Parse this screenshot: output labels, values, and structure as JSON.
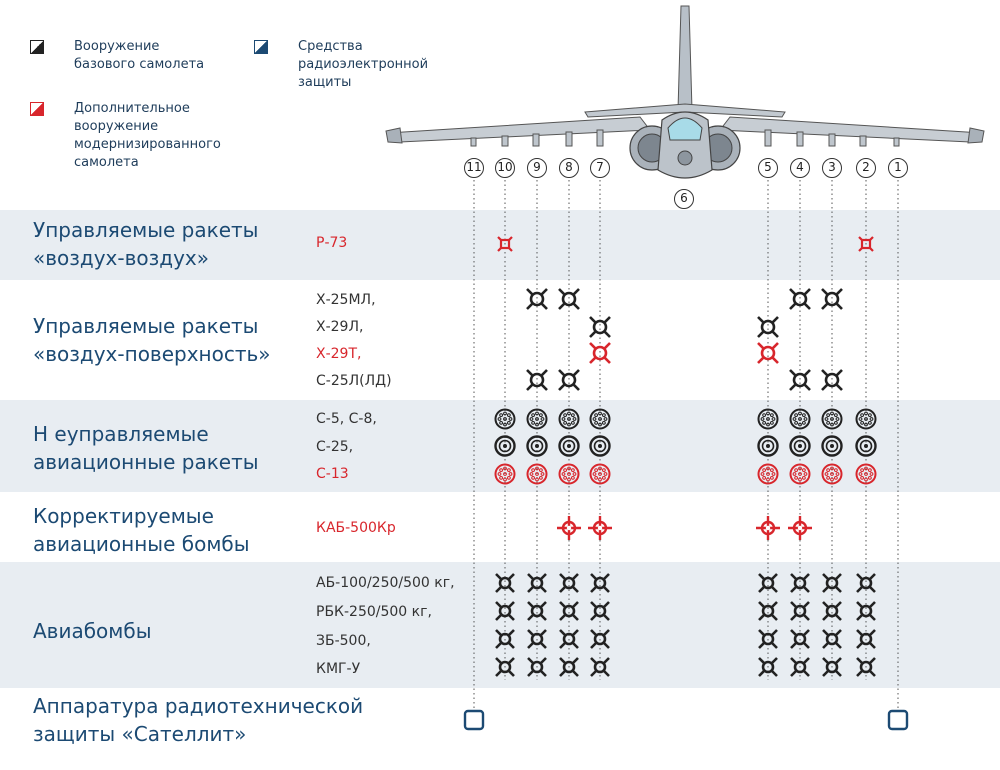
{
  "legend": [
    {
      "label": "Вооружение\nбазового самолета",
      "color": "#222222"
    },
    {
      "label": "Дополнительное\nвооружение\nмодернизированного\nсамолета",
      "color": "#d8262c"
    },
    {
      "label": "Средства\nрадиоэлектронной\nзащиты",
      "color": "#1c4a73"
    }
  ],
  "stations": [
    "11",
    "10",
    "9",
    "8",
    "7",
    "6",
    "5",
    "4",
    "3",
    "2",
    "1"
  ],
  "categories": [
    {
      "name": "Управляемые ракеты\n«воздух-воздух»",
      "weapons": [
        {
          "name": "Р-73",
          "color": "red"
        }
      ]
    },
    {
      "name": "Управляемые ракеты\n«воздух-поверхность»",
      "weapons": [
        {
          "name": "Х-25МЛ,",
          "color": "dark"
        },
        {
          "name": "Х-29Л,",
          "color": "dark"
        },
        {
          "name": "Х-29Т,",
          "color": "red"
        },
        {
          "name": "С-25Л(ЛД)",
          "color": "dark"
        }
      ]
    },
    {
      "name": "Н еуправляемые\nавиационные ракеты",
      "weapons": [
        {
          "name": "С-5, С-8,",
          "color": "dark"
        },
        {
          "name": "С-25,",
          "color": "dark"
        },
        {
          "name": "С-13",
          "color": "red"
        }
      ]
    },
    {
      "name": "Корректируемые\nавиационные бомбы",
      "weapons": [
        {
          "name": "КАБ-500Кр",
          "color": "red"
        }
      ]
    },
    {
      "name": "Авиабомбы",
      "weapons": [
        {
          "name": "АБ-100/250/500 кг,",
          "color": "dark"
        },
        {
          "name": "РБК-250/500 кг,",
          "color": "dark"
        },
        {
          "name": "ЗБ-500,",
          "color": "dark"
        },
        {
          "name": "КМГ-У",
          "color": "dark"
        }
      ]
    },
    {
      "name": "Аппаратура радиотехнической\nзащиты «Сателлит»",
      "weapons": []
    }
  ],
  "colors": {
    "dark": "#222222",
    "red": "#d8262c",
    "navy": "#1c4a73",
    "band": "#e8edf2"
  },
  "matrix": [
    {
      "row": 0,
      "sub": 0,
      "icon": "aam-icon",
      "color": "red",
      "stations": [
        "10",
        "2"
      ]
    },
    {
      "row": 1,
      "sub": 0,
      "icon": "agm-icon",
      "color": "dark",
      "stations": [
        "9",
        "8",
        "4",
        "3"
      ]
    },
    {
      "row": 1,
      "sub": 1,
      "icon": "agm-icon",
      "color": "dark",
      "stations": [
        "7",
        "5"
      ]
    },
    {
      "row": 1,
      "sub": 2,
      "icon": "agm-icon",
      "color": "red",
      "stations": [
        "7",
        "5"
      ]
    },
    {
      "row": 1,
      "sub": 3,
      "icon": "agm-icon",
      "color": "dark",
      "stations": [
        "9",
        "8",
        "4",
        "3"
      ]
    },
    {
      "row": 2,
      "sub": 0,
      "icon": "rocket-pod-icon",
      "color": "dark",
      "stations": [
        "10",
        "9",
        "8",
        "7",
        "5",
        "4",
        "3",
        "2"
      ]
    },
    {
      "row": 2,
      "sub": 1,
      "icon": "rocket-pod-large-icon",
      "color": "dark",
      "stations": [
        "10",
        "9",
        "8",
        "7",
        "5",
        "4",
        "3",
        "2"
      ]
    },
    {
      "row": 2,
      "sub": 2,
      "icon": "rocket-pod-icon",
      "color": "red",
      "stations": [
        "10",
        "9",
        "8",
        "7",
        "5",
        "4",
        "3",
        "2"
      ]
    },
    {
      "row": 3,
      "sub": 0,
      "icon": "guided-bomb-icon",
      "color": "red",
      "stations": [
        "8",
        "7",
        "5",
        "4"
      ]
    },
    {
      "row": 4,
      "sub": 0,
      "icon": "bomb-icon",
      "color": "dark",
      "stations": [
        "10",
        "9",
        "8",
        "7",
        "5",
        "4",
        "3",
        "2"
      ]
    },
    {
      "row": 4,
      "sub": 1,
      "icon": "bomb-icon",
      "color": "dark",
      "stations": [
        "10",
        "9",
        "8",
        "7",
        "5",
        "4",
        "3",
        "2"
      ]
    },
    {
      "row": 4,
      "sub": 2,
      "icon": "bomb-icon",
      "color": "dark",
      "stations": [
        "10",
        "9",
        "8",
        "7",
        "5",
        "4",
        "3",
        "2"
      ]
    },
    {
      "row": 4,
      "sub": 3,
      "icon": "bomb-icon",
      "color": "dark",
      "stations": [
        "10",
        "9",
        "8",
        "7",
        "5",
        "4",
        "3",
        "2"
      ]
    },
    {
      "row": 5,
      "sub": 0,
      "icon": "ecm-pod-icon",
      "color": "navy",
      "stations": [
        "11",
        "1"
      ]
    }
  ]
}
